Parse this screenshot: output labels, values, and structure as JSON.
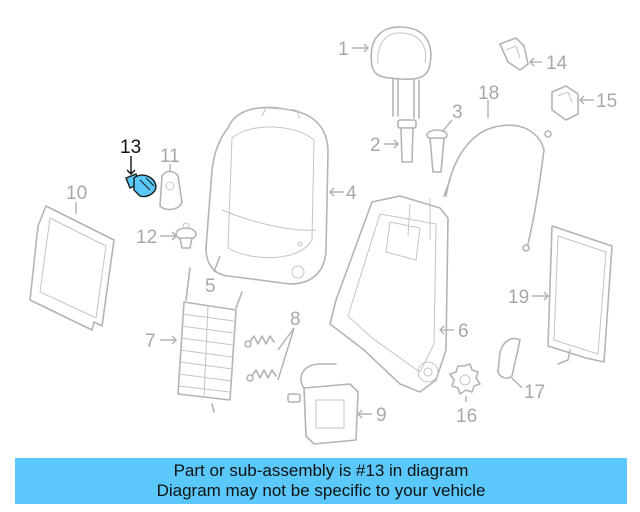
{
  "callouts": {
    "c1": "1",
    "c2": "2",
    "c3": "3",
    "c4": "4",
    "c5": "5",
    "c6": "6",
    "c7": "7",
    "c8": "8",
    "c9": "9",
    "c10": "10",
    "c11": "11",
    "c12": "12",
    "c13": "13",
    "c14": "14",
    "c15": "15",
    "c16": "16",
    "c17": "17",
    "c18": "18",
    "c19": "19"
  },
  "highlighted_part": "13",
  "colors": {
    "highlight": "#5ac8fa",
    "outline": "#b4b4b4",
    "banner": "#5ac8fa"
  },
  "banner": {
    "line1": "Part or sub-assembly is #13 in diagram",
    "line2": "Diagram may not be specific to your vehicle"
  }
}
